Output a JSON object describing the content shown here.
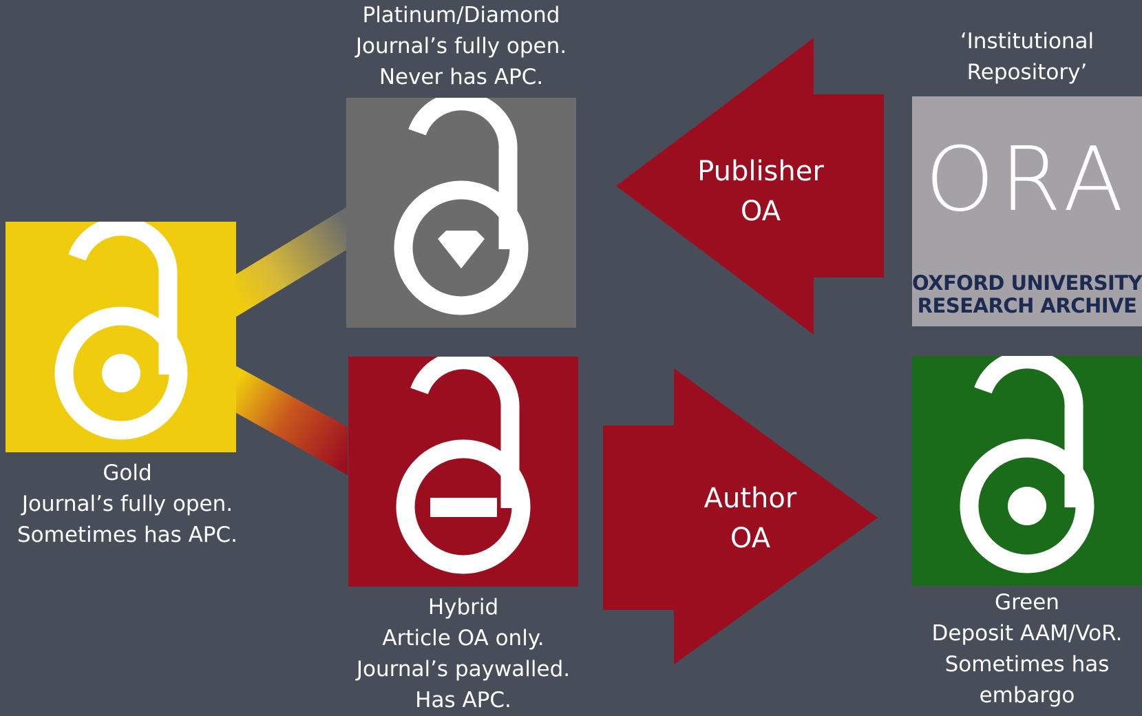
{
  "colors": {
    "background": "#474d59",
    "gold": "#f0cc0e",
    "platinum": "#6c6c6c",
    "hybrid": "#9b0e20",
    "green": "#1a6b1a",
    "ora_tile": "#a4a2a7",
    "ora_subtitle": "#1d2a52",
    "arrow": "#9b0e20"
  },
  "gold": {
    "icon": "open-access-lock-dot-icon",
    "caption": [
      "Gold",
      "Journal’s fully open.",
      "Sometimes has APC."
    ]
  },
  "platinum": {
    "icon": "open-access-lock-diamond-icon",
    "caption": [
      "Platinum/Diamond",
      "Journal’s fully open.",
      "Never has APC."
    ]
  },
  "hybrid": {
    "icon": "open-access-lock-minus-icon",
    "caption": [
      "Hybrid",
      "Article OA only.",
      "Journal’s paywalled.",
      "Has APC."
    ]
  },
  "repository": {
    "caption": [
      "‘Institutional",
      "Repository’"
    ],
    "logo_text": "ORA",
    "logo_subtitle": [
      "OXFORD UNIVERSITY",
      "RESEARCH ARCHIVE"
    ]
  },
  "green": {
    "icon": "open-access-lock-dot-icon",
    "caption": [
      "Green",
      "Deposit AAM/VoR.",
      "Sometimes has",
      "embargo"
    ]
  },
  "publisher_arrow": {
    "label": [
      "Publisher",
      "OA"
    ],
    "direction": "left"
  },
  "author_arrow": {
    "label": [
      "Author",
      "OA"
    ],
    "direction": "right"
  }
}
